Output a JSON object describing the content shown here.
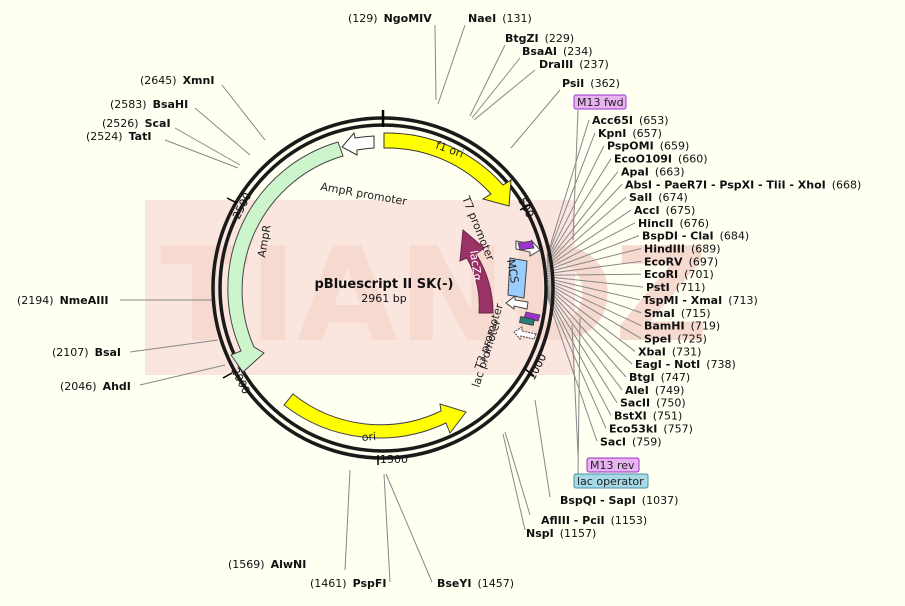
{
  "plasmid": {
    "name": "pBluescript II SK(-)",
    "size": "2961 bp"
  },
  "watermark": "TIANDZ",
  "ticks": [
    "500",
    "1000",
    "1500",
    "2000",
    "2500"
  ],
  "features": {
    "f1_ori": "f1 ori",
    "ampr_promoter": "AmpR promoter",
    "ampr": "AmpR",
    "ori": "ori",
    "t7_promoter": "T7 promoter",
    "lacza": "lacZα",
    "mcs": "MCS",
    "t3_promoter": "T3 promoter",
    "lac_promoter": "lac promoter"
  },
  "primers": {
    "m13_fwd": "M13 fwd",
    "m13_rev": "M13 rev",
    "lac_operator": "lac operator"
  },
  "sites_top": [
    {
      "name": "NgoMIV",
      "pos": "(129)"
    },
    {
      "name": "NaeI",
      "pos": "(131)"
    },
    {
      "name": "BtgZI",
      "pos": "(229)"
    },
    {
      "name": "BsaAI",
      "pos": "(234)"
    },
    {
      "name": "DraIII",
      "pos": "(237)"
    },
    {
      "name": "PsiI",
      "pos": "(362)"
    }
  ],
  "sites_right": [
    {
      "name": "Acc65I",
      "pos": "(653)"
    },
    {
      "name": "KpnI",
      "pos": "(657)"
    },
    {
      "name": "PspOMI",
      "pos": "(659)"
    },
    {
      "name": "EcoO109I",
      "pos": "(660)"
    },
    {
      "name": "ApaI",
      "pos": "(663)"
    },
    {
      "name": "AbsI - PaeR7I - PspXI - TliI - XhoI",
      "pos": "(668)"
    },
    {
      "name": "SalI",
      "pos": "(674)"
    },
    {
      "name": "AccI",
      "pos": "(675)"
    },
    {
      "name": "HincII",
      "pos": "(676)"
    },
    {
      "name": "BspDI - ClaI",
      "pos": "(684)"
    },
    {
      "name": "HindIII",
      "pos": "(689)"
    },
    {
      "name": "EcoRV",
      "pos": "(697)"
    },
    {
      "name": "EcoRI",
      "pos": "(701)"
    },
    {
      "name": "PstI",
      "pos": "(711)"
    },
    {
      "name": "TspMI - XmaI",
      "pos": "(713)"
    },
    {
      "name": "SmaI",
      "pos": "(715)"
    },
    {
      "name": "BamHI",
      "pos": "(719)"
    },
    {
      "name": "SpeI",
      "pos": "(725)"
    },
    {
      "name": "XbaI",
      "pos": "(731)"
    },
    {
      "name": "EagI - NotI",
      "pos": "(738)"
    },
    {
      "name": "BtgI",
      "pos": "(747)"
    },
    {
      "name": "AleI",
      "pos": "(749)"
    },
    {
      "name": "SacII",
      "pos": "(750)"
    },
    {
      "name": "BstXI",
      "pos": "(751)"
    },
    {
      "name": "Eco53kI",
      "pos": "(757)"
    },
    {
      "name": "SacI",
      "pos": "(759)"
    }
  ],
  "sites_bottom_right": [
    {
      "name": "BspQI - SapI",
      "pos": "(1037)"
    },
    {
      "name": "AflIII - PciI",
      "pos": "(1153)"
    },
    {
      "name": "NspI",
      "pos": "(1157)"
    }
  ],
  "sites_bottom": [
    {
      "name": "AlwNI",
      "pos": "(1569)"
    },
    {
      "name": "PspFI",
      "pos": "(1461)"
    },
    {
      "name": "BseYI",
      "pos": "(1457)"
    }
  ],
  "sites_left": [
    {
      "name": "XmnI",
      "pos": "(2645)"
    },
    {
      "name": "BsaHI",
      "pos": "(2583)"
    },
    {
      "name": "ScaI",
      "pos": "(2526)"
    },
    {
      "name": "TatI",
      "pos": "(2524)"
    },
    {
      "name": "NmeAIII",
      "pos": "(2194)"
    },
    {
      "name": "BsaI",
      "pos": "(2107)"
    },
    {
      "name": "AhdI",
      "pos": "(2046)"
    }
  ],
  "colors": {
    "ring": "#1a1a1a",
    "f1_ori": "#ffff00",
    "ori": "#ffff00",
    "ampr": "#ccf5cc",
    "promoter": "#ffffff",
    "lacza": "#993366",
    "mcs": "#99ccff",
    "primer": "#e8b3f0",
    "operator": "#a6d9e6",
    "watermark": "#f6d9cf"
  }
}
